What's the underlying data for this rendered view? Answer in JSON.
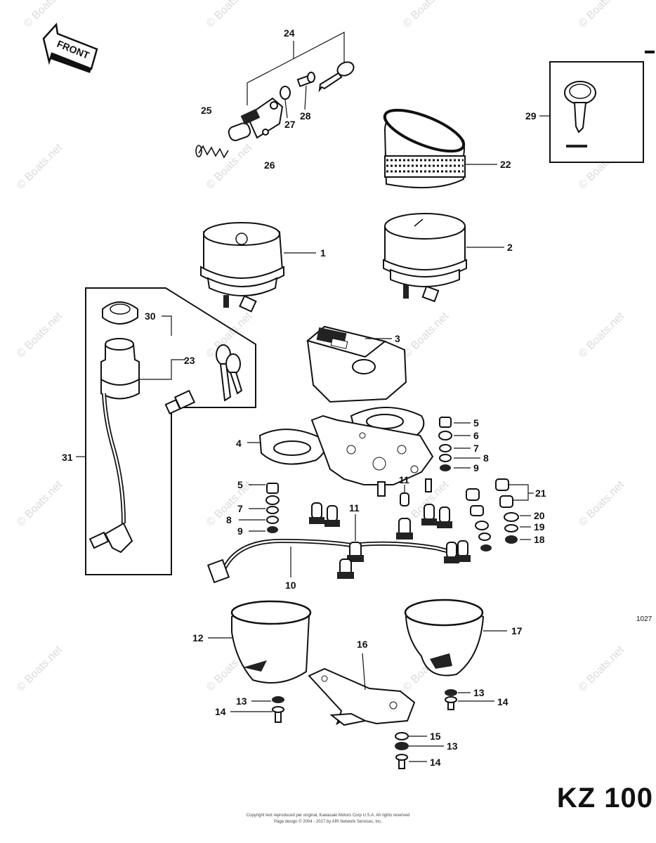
{
  "diagram": {
    "front_label": "FRONT",
    "model": "KZ 100",
    "figure_code": "1027",
    "watermark": "© Boats.net",
    "copyright_line_1": "Copyright text reproduced per original, Kawasaki Motors Corp U.S.A. All rights reserved",
    "copyright_line_2": "Page design © 2004 - 2017 by ARI Network Services, Inc.",
    "callouts": {
      "c1": "1",
      "c2": "2",
      "c3": "3",
      "c4": "4",
      "c5a": "5",
      "c5b": "5",
      "c6": "6",
      "c7a": "7",
      "c7b": "7",
      "c8a": "8",
      "c8b": "8",
      "c9a": "9",
      "c9b": "9",
      "c10": "10",
      "c11a": "11",
      "c11b": "11",
      "c12": "12",
      "c13a": "13",
      "c13b": "13",
      "c13c": "13",
      "c14a": "14",
      "c14b": "14",
      "c14c": "14",
      "c15": "15",
      "c16": "16",
      "c17": "17",
      "c18": "18",
      "c19": "19",
      "c20": "20",
      "c21": "21",
      "c22": "22",
      "c23": "23",
      "c24": "24",
      "c25": "25",
      "c26": "26",
      "c27": "27",
      "c28": "28",
      "c29": "29",
      "c30": "30",
      "c31": "31"
    }
  }
}
